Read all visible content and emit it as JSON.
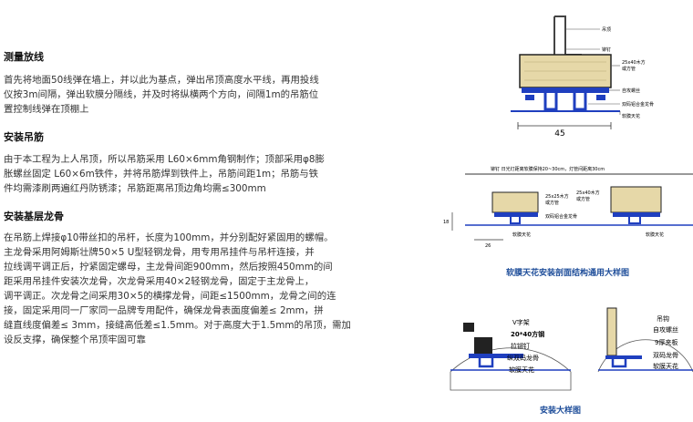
{
  "sections": [
    {
      "title": "测量放线",
      "lines": [
        "首先将地面50线弹在墙上，并以此为基点，弹出吊顶高度水平线，再用投线",
        "仪按3m间隔，弹出软膜分隔线，并及时将纵横两个方向，间隔1m的吊筋位",
        "置控制线弹在顶棚上"
      ]
    },
    {
      "title": "安装吊筋",
      "lines": [
        "由于本工程为上人吊顶，所以吊筋采用 L60×6mm角钢制作；顶部采用φ8膨",
        "胀螺丝固定 L60×6m铁件，并将吊筋焊到铁件上，吊筋间距1m；吊筋与铁",
        "件均需漆刷两遍红丹防锈漆；吊筋距离吊顶边角均需≤300mm"
      ]
    },
    {
      "title": "安装基层龙骨",
      "lines": [
        "在吊筋上焊接φ10带丝扣的吊杆，长度为100mm，并分别配好紧固用的螺帽。",
        "主龙骨采用阿姆斯壮牌50×5 U型轻钢龙骨，用专用吊挂件与吊杆连接，并",
        "拉线调平调正后，拧紧固定螺母，主龙骨间距900mm，然后按照450mm的间",
        "距采用吊挂件安装次龙骨，次龙骨采用40×2轻钢龙骨，固定于主龙骨上，",
        "调平调正。次龙骨之间采用30×5的横撑龙骨，间距≤1500mm，龙骨之间的连",
        "接，固定采用同一厂家同一品牌专用配件，确保龙骨表面度偏差≤ 2mm，拼",
        "缝直线度偏差≤ 3mm，接缝高低差≤1.5mm。对于高度大于1.5mm的吊顶，需加",
        "设反支撑，确保整个吊顶牢固可靠"
      ]
    }
  ],
  "diagram1": {
    "labels": [
      "吊顶",
      "铆钉",
      "25x40木方",
      "或方管",
      "自攻螺丝",
      "双码铝合金龙骨",
      "软膜天花"
    ],
    "dimension": "45"
  },
  "diagram2": {
    "top_note": "铆钉  日光灯距离软膜保持20~30cm，灯管间距离30cm",
    "labels": [
      "25x25木方",
      "或方管",
      "25x40木方",
      "或方管",
      "双码铝合金龙骨",
      "软膜天花",
      "软膜天花"
    ],
    "dim_left": "18",
    "dim_bottom": "26",
    "caption": "软膜天花安装剖面结构通用大样图"
  },
  "diagram3": {
    "left_labels": [
      "V字架",
      "20*40方钢",
      "拉铆钉",
      "纵双码龙骨",
      "软膜天花"
    ],
    "right_labels": [
      "吊钩",
      "自攻螺丝",
      "9厚夹板",
      "双码龙骨",
      "软膜天花"
    ],
    "caption": "安装大样图"
  },
  "colors": {
    "blue": "#1f3fbf",
    "caption": "#1f4e9a",
    "wood": "#e6d8a8"
  }
}
